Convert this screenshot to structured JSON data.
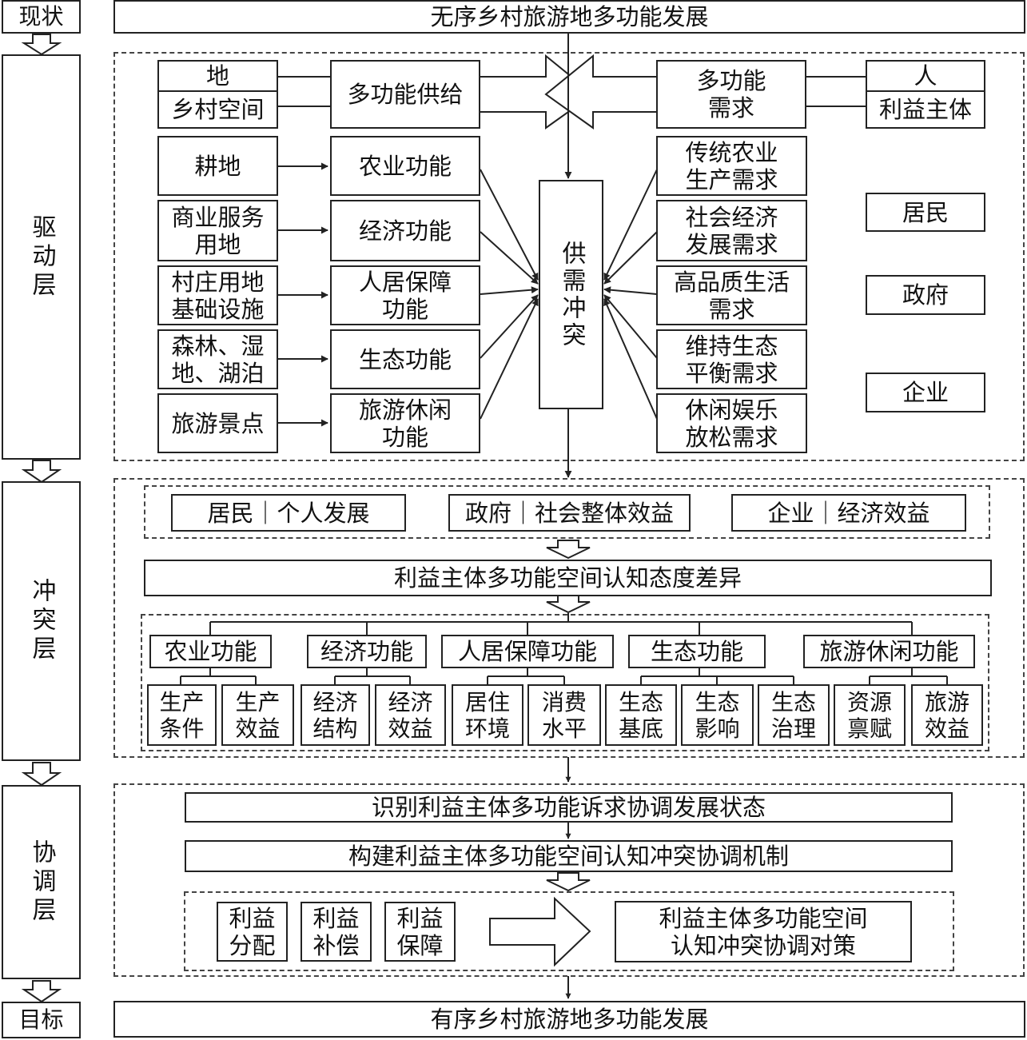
{
  "layers": {
    "current": "现状",
    "drive": "驱动层",
    "conflict": "冲突层",
    "coordinate": "协调层",
    "goal": "目标"
  },
  "banner": {
    "top": "无序乡村旅游地多功能发展",
    "bottom": "有序乡村旅游地多功能发展"
  },
  "drive": {
    "land_header": "地",
    "land_sub": "乡村空间",
    "supply": "多功能供给",
    "demand": "多功能\n需求",
    "people_header": "人",
    "people_sub": "利益主体",
    "center": "供需冲突",
    "land_types": [
      "耕地",
      "商业服务\n用地",
      "村庄用地\n基础设施",
      "森林、湿\n地、湖泊",
      "旅游景点"
    ],
    "functions": [
      "农业功能",
      "经济功能",
      "人居保障\n功能",
      "生态功能",
      "旅游休闲\n功能"
    ],
    "demands": [
      "传统农业\n生产需求",
      "社会经济\n发展需求",
      "高品质生活\n需求",
      "维持生态\n平衡需求",
      "休闲娱乐\n放松需求"
    ],
    "stakeholders": [
      "居民",
      "政府",
      "企业"
    ]
  },
  "conflict": {
    "interests": [
      "居民｜个人发展",
      "政府｜社会整体效益",
      "企业｜经济效益"
    ],
    "difference": "利益主体多功能空间认知态度差异",
    "functions": [
      "农业功能",
      "经济功能",
      "人居保障功能",
      "生态功能",
      "旅游休闲功能"
    ],
    "indicators": [
      "生产\n条件",
      "生产\n效益",
      "经济\n结构",
      "经济\n效益",
      "居住\n环境",
      "消费\n水平",
      "生态\n基底",
      "生态\n影响",
      "生态\n治理",
      "资源\n禀赋",
      "旅游\n效益"
    ]
  },
  "coordinate": {
    "identify": "识别利益主体多功能诉求协调发展状态",
    "mechanism": "构建利益主体多功能空间认知冲突协调机制",
    "measures": [
      "利益\n分配",
      "利益\n补偿",
      "利益\n保障"
    ],
    "strategy": "利益主体多功能空间\n认知冲突协调对策"
  }
}
